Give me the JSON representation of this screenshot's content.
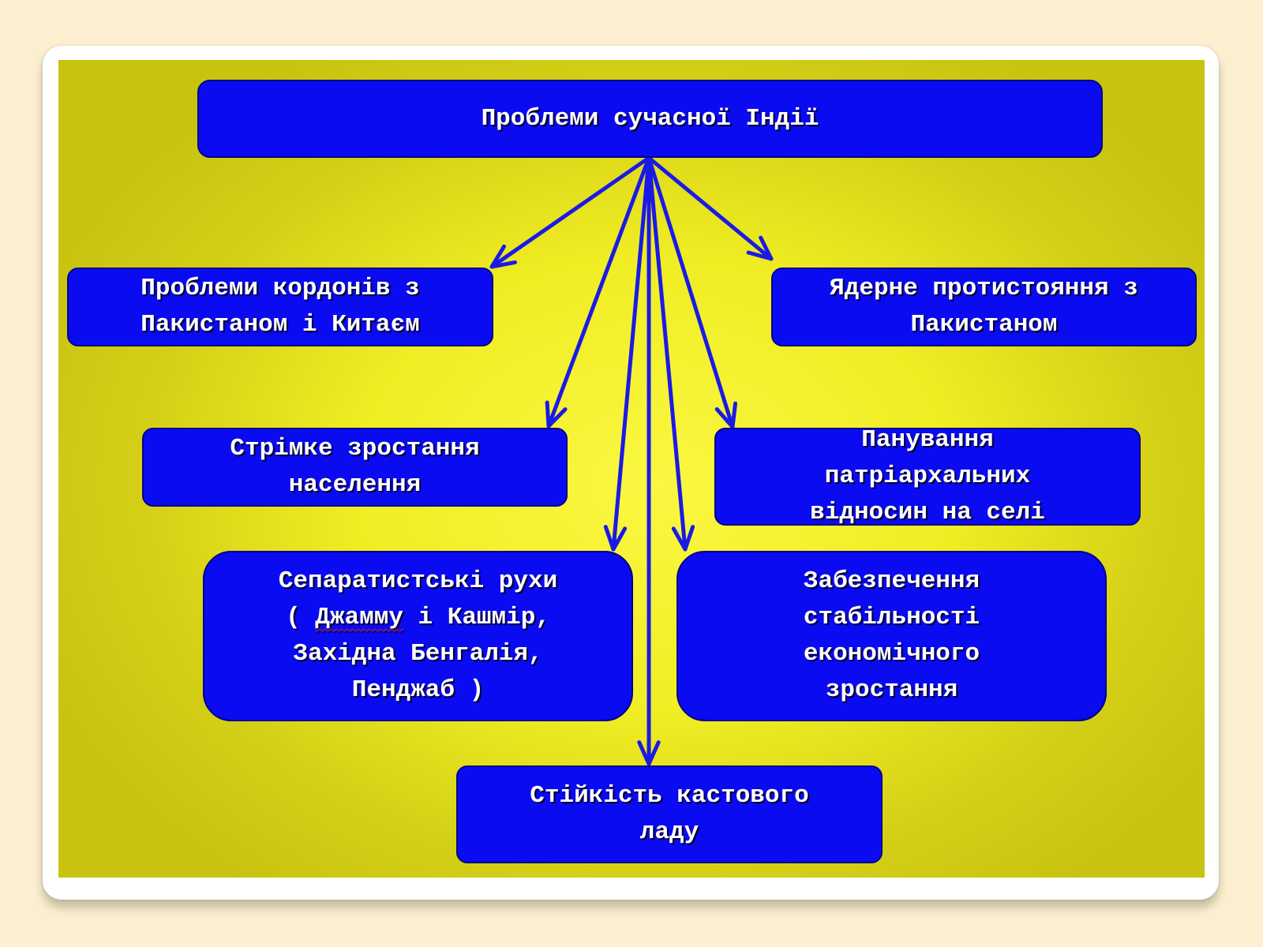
{
  "diagram": {
    "root": "Проблеми сучасної Індії",
    "nodes": {
      "borders": "Проблеми кордонів з\nПакистаном і Китаєм",
      "nuclear": "Ядерне протистояння з\nПакистаном",
      "population": "Стрімке зростання\nнаселення",
      "patriarchal": "Панування\nпатріархальних\nвідносин на селі",
      "separatist": {
        "line1": "Сепаратистські рухи",
        "open": "( ",
        "underlined": "Джамму",
        "rest": " і Кашмір,",
        "line3": "Західна Бенгалія,",
        "line4": "Пенджаб )"
      },
      "economic": "Забезпечення\nстабільності\nекономічного\nзростання",
      "caste": "Стійкість кастового\nладу"
    },
    "edges": [
      [
        "root",
        "borders"
      ],
      [
        "root",
        "nuclear"
      ],
      [
        "root",
        "population"
      ],
      [
        "root",
        "patriarchal"
      ],
      [
        "root",
        "separatist"
      ],
      [
        "root",
        "economic"
      ],
      [
        "root",
        "caste"
      ]
    ],
    "colors": {
      "box_fill": "#0b0bf2",
      "arrow": "#1a1ae6",
      "background": "#f0ed24"
    }
  }
}
